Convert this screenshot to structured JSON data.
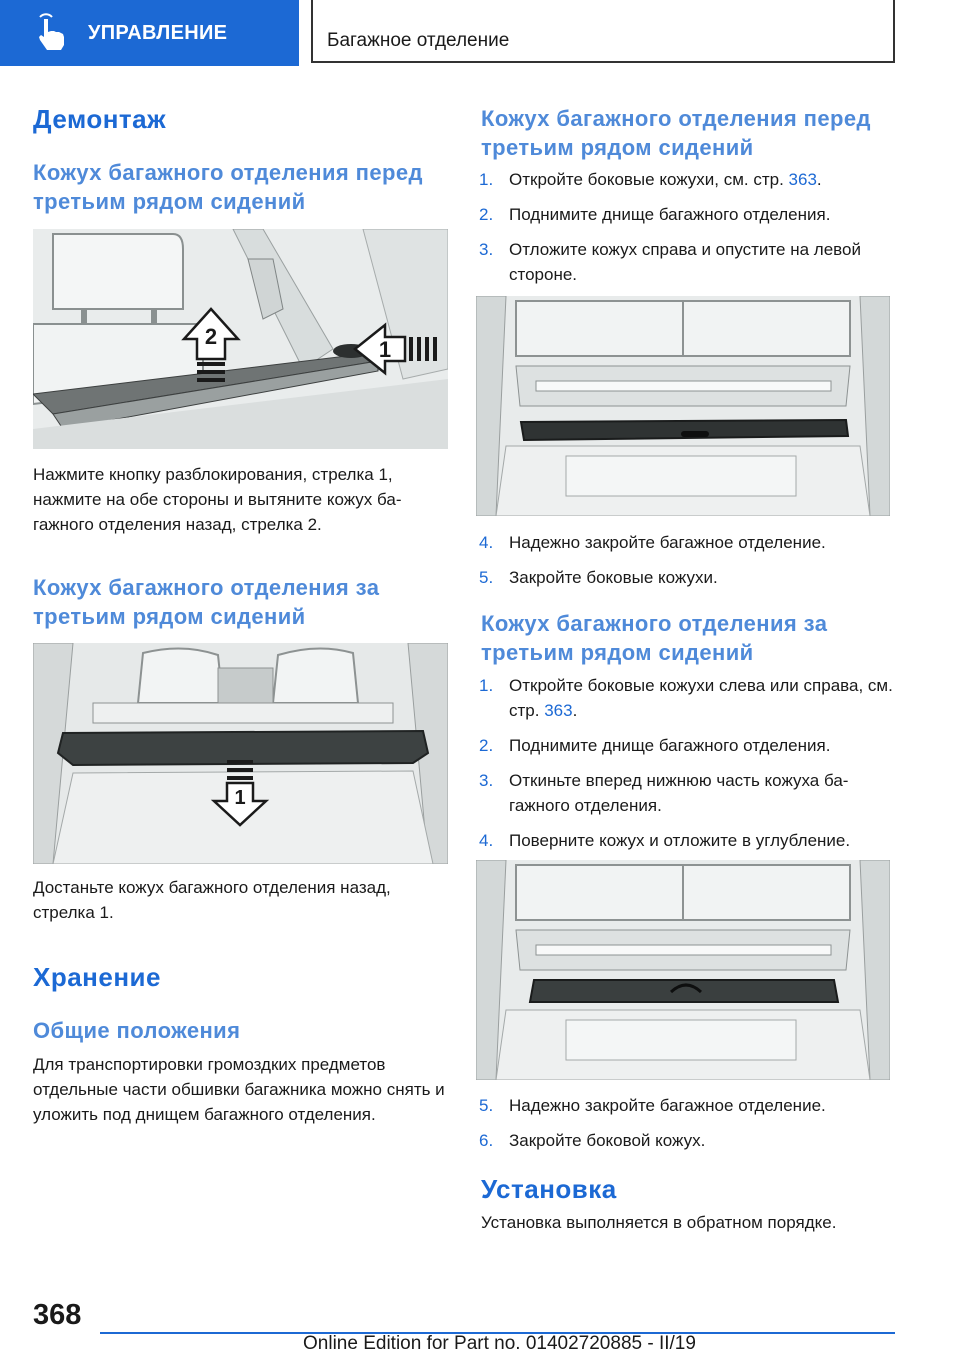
{
  "header": {
    "section_label": "УПРАВЛЕНИЕ",
    "breadcrumb": "Багажное отделение",
    "icon": "hand-pointer-icon"
  },
  "left": {
    "h_removal": "Демонтаж",
    "h_cover_front": "Кожух багажного отделения перед третьим рядом сидений",
    "text_front": "Нажмите кнопку разблокирования, стрелка 1, нажмите на обе стороны и вытяните кожух ба­гажного отделения назад, стрелка 2.",
    "fig1_labels": [
      "2",
      "1"
    ],
    "h_cover_behind": "Кожух багажного отделения за третьим рядом сидений",
    "fig2_label": "1",
    "text_behind": "Достаньте кожух багажного отделения назад, стрелка 1.",
    "h_storage": "Хранение",
    "h_general": "Общие положения",
    "text_general": "Для транспортировки громоздких предметов отдельные части обшивки багажника можно снять и уложить под днищем багажного отде­ления."
  },
  "right": {
    "h_cover_front": "Кожух багажного отделения перед третьим рядом сидений",
    "steps1": [
      {
        "n": "1.",
        "text": "Откройте боковые кожухи, см. стр. ",
        "link": "363",
        "tail": "."
      },
      {
        "n": "2.",
        "text": "Поднимите днище багажного отделения."
      },
      {
        "n": "3.",
        "text": "Отложите кожух справа и опустите на ле­вой стороне."
      }
    ],
    "steps1b": [
      {
        "n": "4.",
        "text": "Надежно закройте багажное отделение."
      },
      {
        "n": "5.",
        "text": "Закройте боковые кожухи."
      }
    ],
    "h_cover_behind": "Кожух багажного отделения за третьим рядом сидений",
    "steps2": [
      {
        "n": "1.",
        "text": "Откройте боковые кожухи слева или справа, см. стр. ",
        "link": "363",
        "tail": "."
      },
      {
        "n": "2.",
        "text": "Поднимите днище багажного отделения."
      },
      {
        "n": "3.",
        "text": "Откиньте вперед нижнюю часть кожуха ба­гажного отделения."
      },
      {
        "n": "4.",
        "text": "Поверните кожух и отложите в углубление."
      }
    ],
    "steps2b": [
      {
        "n": "5.",
        "text": "Надежно закройте багажное отделение."
      },
      {
        "n": "6.",
        "text": "Закройте боковой кожух."
      }
    ],
    "h_install": "Установка",
    "text_install": "Установка выполняется в обратном порядке."
  },
  "footer": {
    "page_number": "368",
    "edition": "Online Edition for Part no. 01402720885 - II/19"
  },
  "colors": {
    "accent": "#1c69d4",
    "heading_light": "#4f8ad9"
  }
}
